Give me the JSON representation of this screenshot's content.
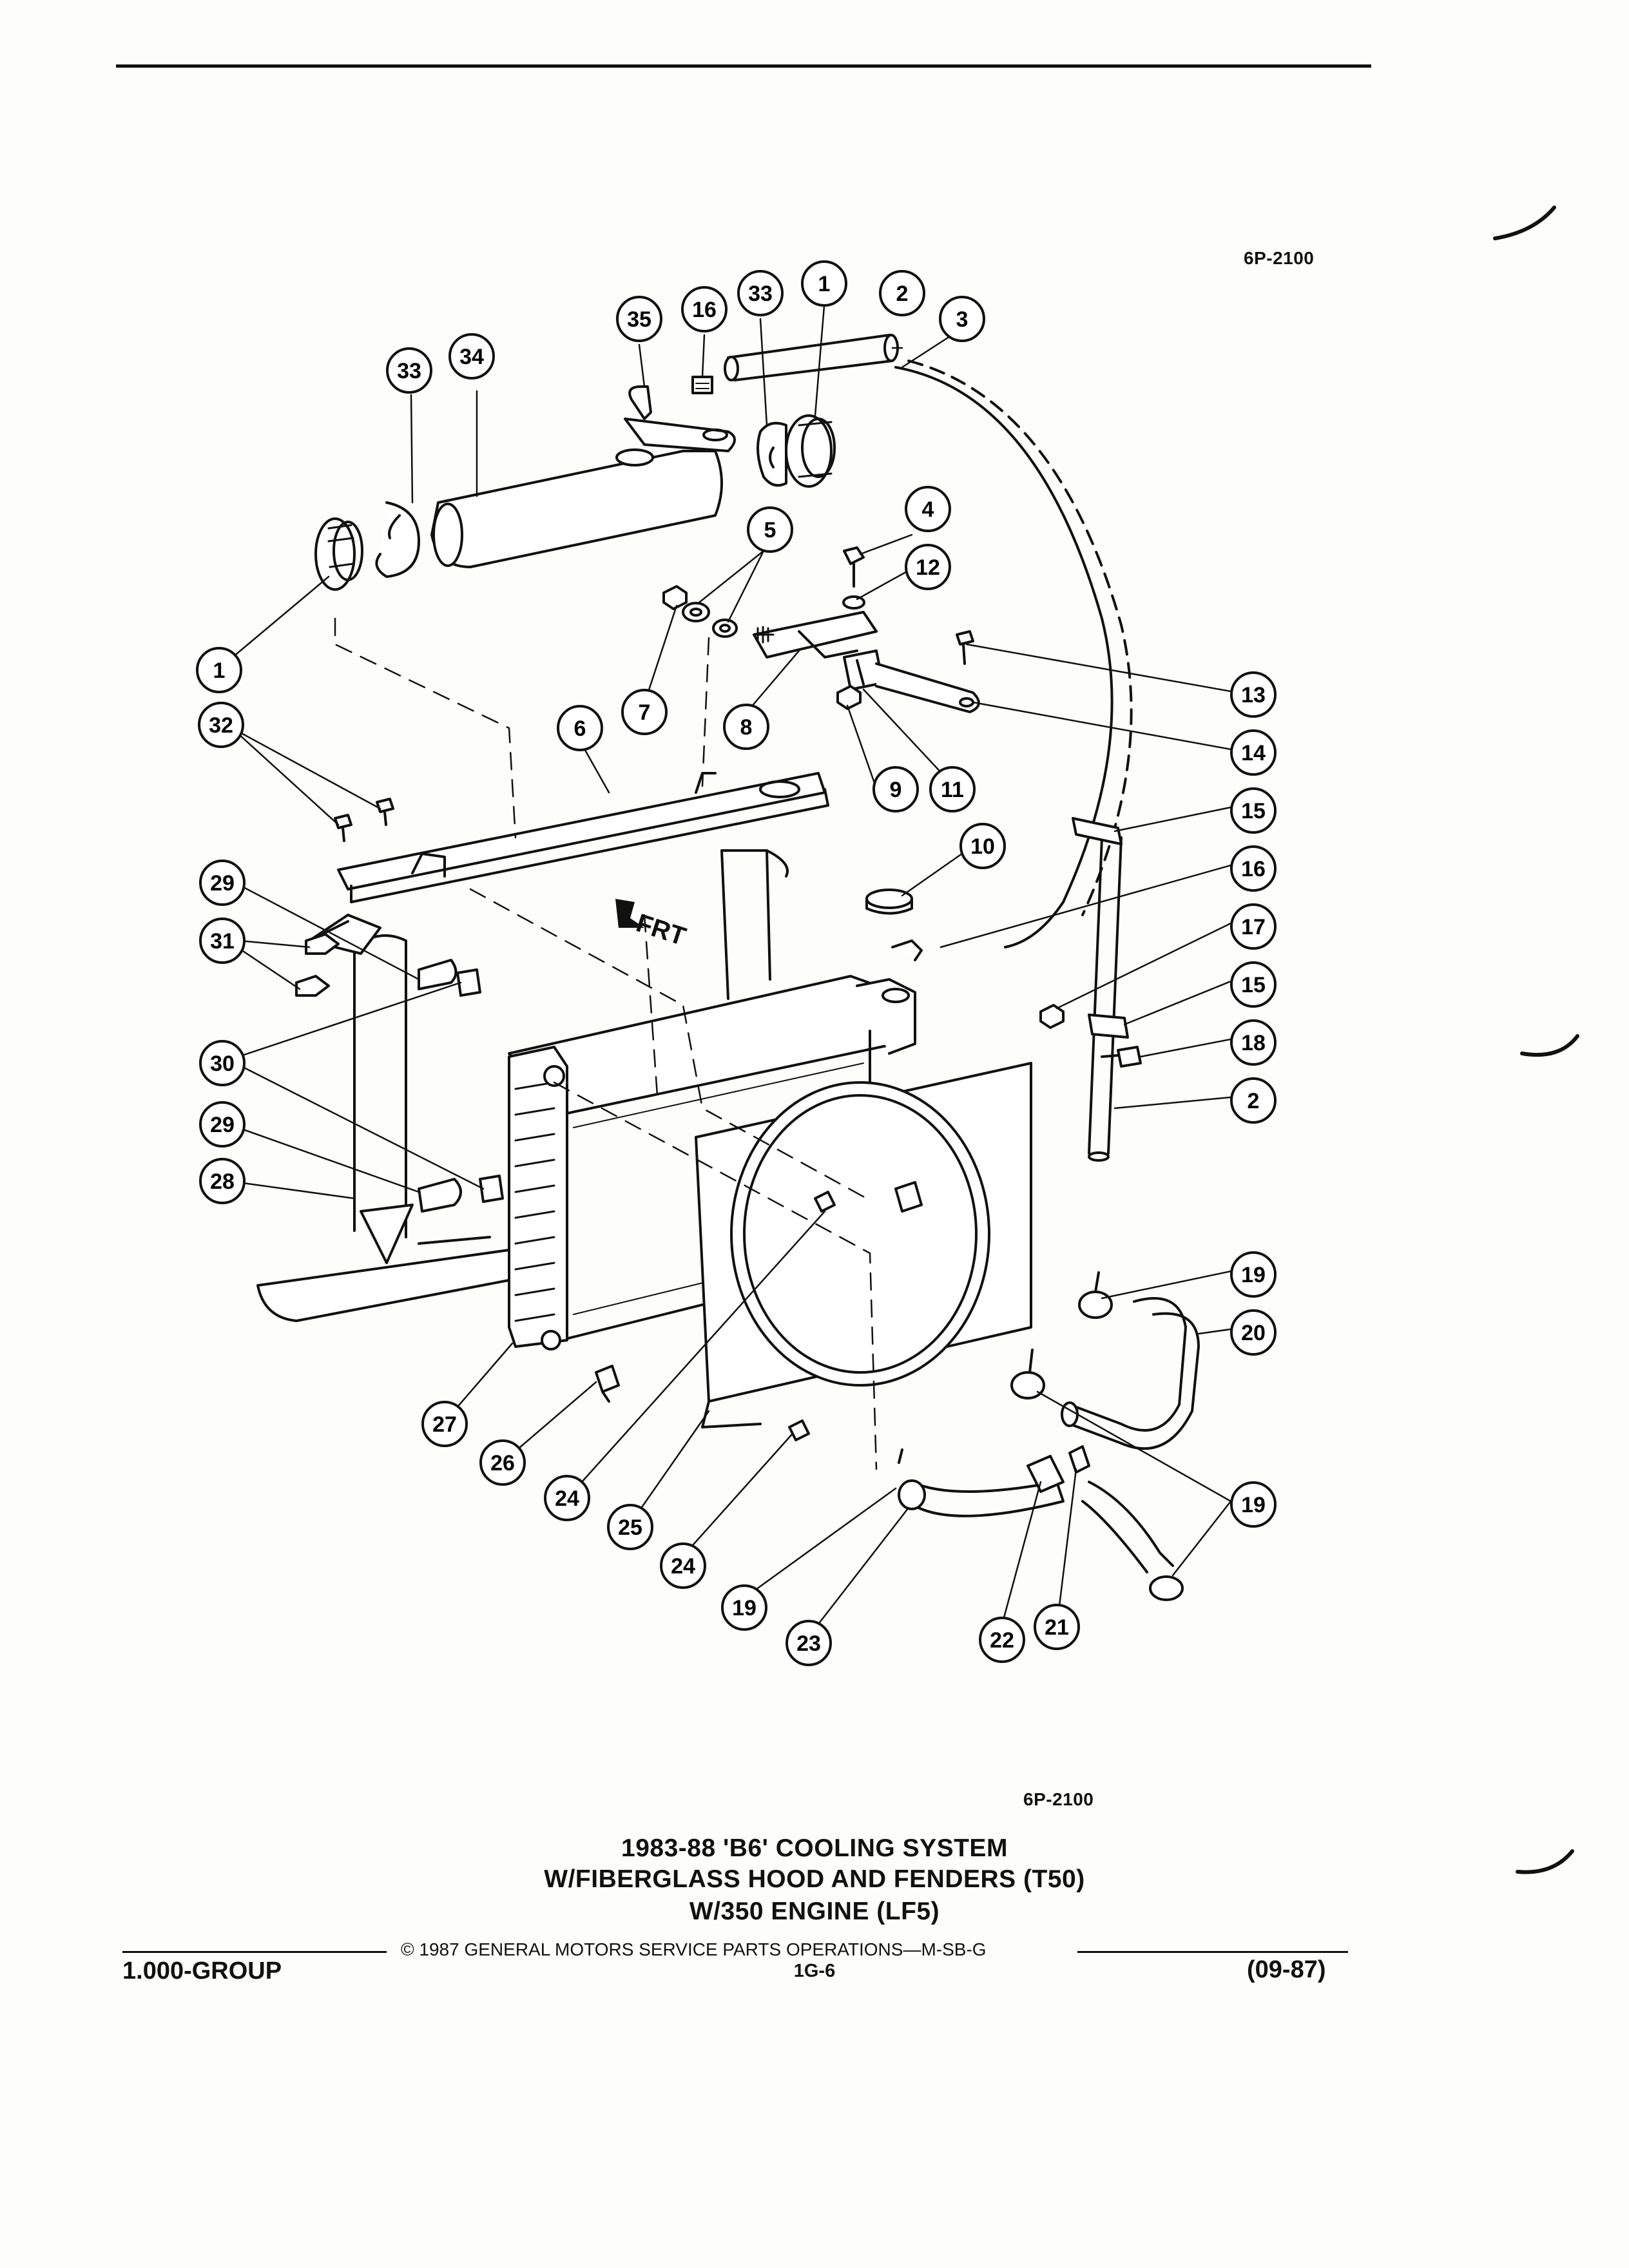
{
  "header": {
    "ref_code_top": "6P-2100"
  },
  "callouts": [
    "1",
    "2",
    "3",
    "4",
    "5",
    "6",
    "7",
    "8",
    "9",
    "10",
    "11",
    "12",
    "13",
    "14",
    "15",
    "16",
    "17",
    "18",
    "19",
    "20",
    "21",
    "22",
    "23",
    "24",
    "25",
    "26",
    "27",
    "28",
    "29",
    "30",
    "31",
    "32",
    "33",
    "34",
    "35"
  ],
  "diagram": {
    "direction_label": "FRT",
    "items": [
      {
        "n": "35"
      },
      {
        "n": "16"
      },
      {
        "n": "33"
      },
      {
        "n": "1"
      },
      {
        "n": "2"
      },
      {
        "n": "3"
      },
      {
        "n": "33"
      },
      {
        "n": "34"
      },
      {
        "n": "4"
      },
      {
        "n": "5"
      },
      {
        "n": "12"
      },
      {
        "n": "1"
      },
      {
        "n": "13"
      },
      {
        "n": "32"
      },
      {
        "n": "6"
      },
      {
        "n": "7"
      },
      {
        "n": "8"
      },
      {
        "n": "9"
      },
      {
        "n": "11"
      },
      {
        "n": "14"
      },
      {
        "n": "15"
      },
      {
        "n": "10"
      },
      {
        "n": "29"
      },
      {
        "n": "16"
      },
      {
        "n": "31"
      },
      {
        "n": "17"
      },
      {
        "n": "15"
      },
      {
        "n": "18"
      },
      {
        "n": "30"
      },
      {
        "n": "2"
      },
      {
        "n": "29"
      },
      {
        "n": "28"
      },
      {
        "n": "19"
      },
      {
        "n": "20"
      },
      {
        "n": "27"
      },
      {
        "n": "26"
      },
      {
        "n": "24"
      },
      {
        "n": "19"
      },
      {
        "n": "25"
      },
      {
        "n": "24"
      },
      {
        "n": "19"
      },
      {
        "n": "23"
      },
      {
        "n": "22"
      },
      {
        "n": "21"
      }
    ]
  },
  "ref_code_bottom": "6P-2100",
  "caption": {
    "line1": "1983-88 'B6' COOLING SYSTEM",
    "line2": "W/FIBERGLASS HOOD AND FENDERS (T50)",
    "line3": "W/350 ENGINE (LF5)"
  },
  "footer": {
    "copyright": "© 1987 GENERAL MOTORS SERVICE PARTS OPERATIONS—M-SB-G",
    "group": "1.000-GROUP",
    "page": "1G-6",
    "date_code": "(09-87)"
  }
}
